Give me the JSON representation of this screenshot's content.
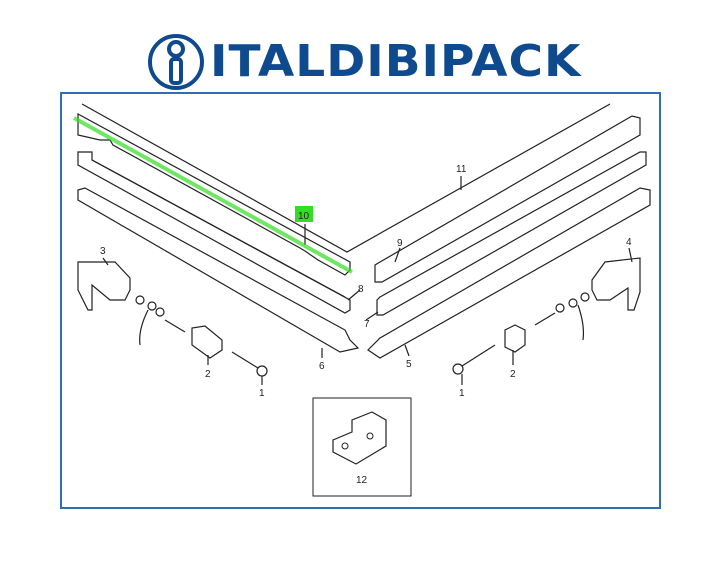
{
  "brand": {
    "name": "ITALDIBIPACK",
    "color": "#0f4a8e"
  },
  "frame_color": "#2f6fb5",
  "highlight_color": "#33dd22",
  "highlighted_part": "10",
  "parts": {
    "p1_left": "1",
    "p1_right": "1",
    "p2_left": "2",
    "p2_right": "2",
    "p3": "3",
    "p4": "4",
    "p5": "5",
    "p6": "6",
    "p7": "7",
    "p8": "8",
    "p9": "9",
    "p10": "10",
    "p11": "11",
    "p12": "12"
  }
}
